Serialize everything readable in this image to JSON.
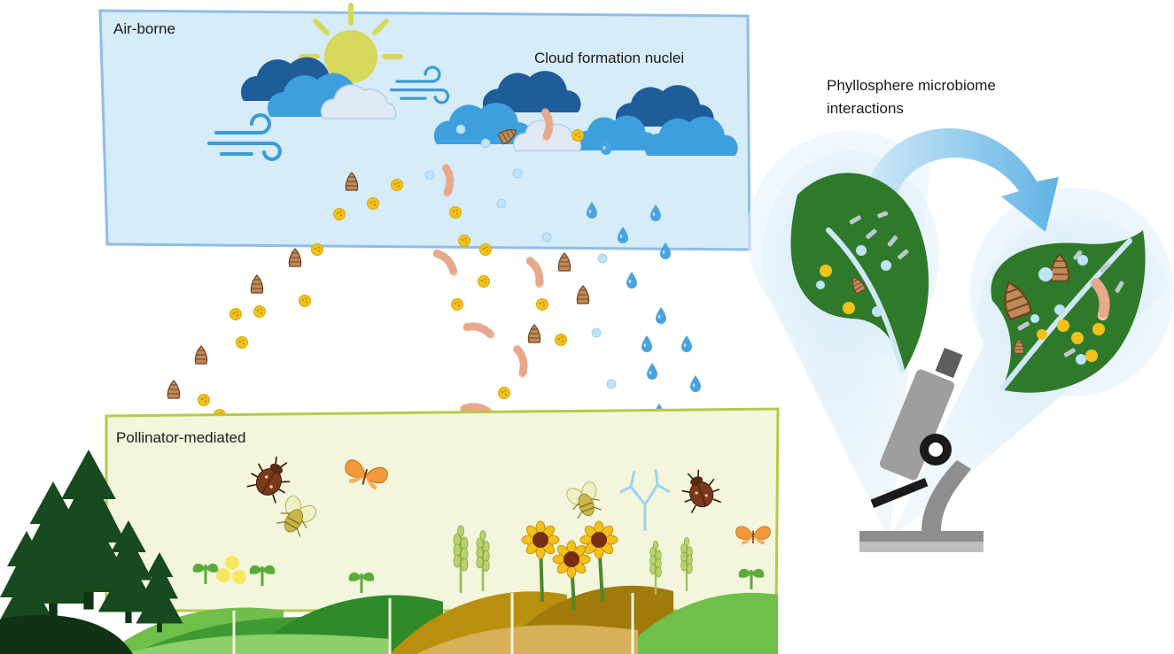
{
  "panels": {
    "airborne": {
      "title": "Air-borne",
      "subtitle": "Cloud formation nuclei"
    },
    "pollinator": {
      "title": "Pollinator-mediated"
    },
    "phyllosphere": {
      "title_line1": "Phyllosphere microbiome",
      "title_line2": "interactions"
    }
  },
  "colors": {
    "sky_panel": "#d6ecf8",
    "sky_border": "#8fbde6",
    "field_panel": "#f3f6dc",
    "field_border": "#b6c94a",
    "leaf": "#2f7a2a",
    "pollen": "#f2c21a",
    "water_drop": "#4aa3df",
    "spore": "#b07a4a",
    "hypha": "#f4c9b4"
  },
  "icons": [
    "sun-icon",
    "cloud-icon",
    "wind-icon",
    "pollen-grain-icon",
    "water-droplet-icon",
    "fungal-spore-icon",
    "fungal-hypha-icon",
    "beetle-icon",
    "bee-icon",
    "butterfly-icon",
    "sunflower-icon",
    "wheat-icon",
    "tree-icon",
    "leaf-icon",
    "microscope-icon",
    "arrow-icon"
  ]
}
